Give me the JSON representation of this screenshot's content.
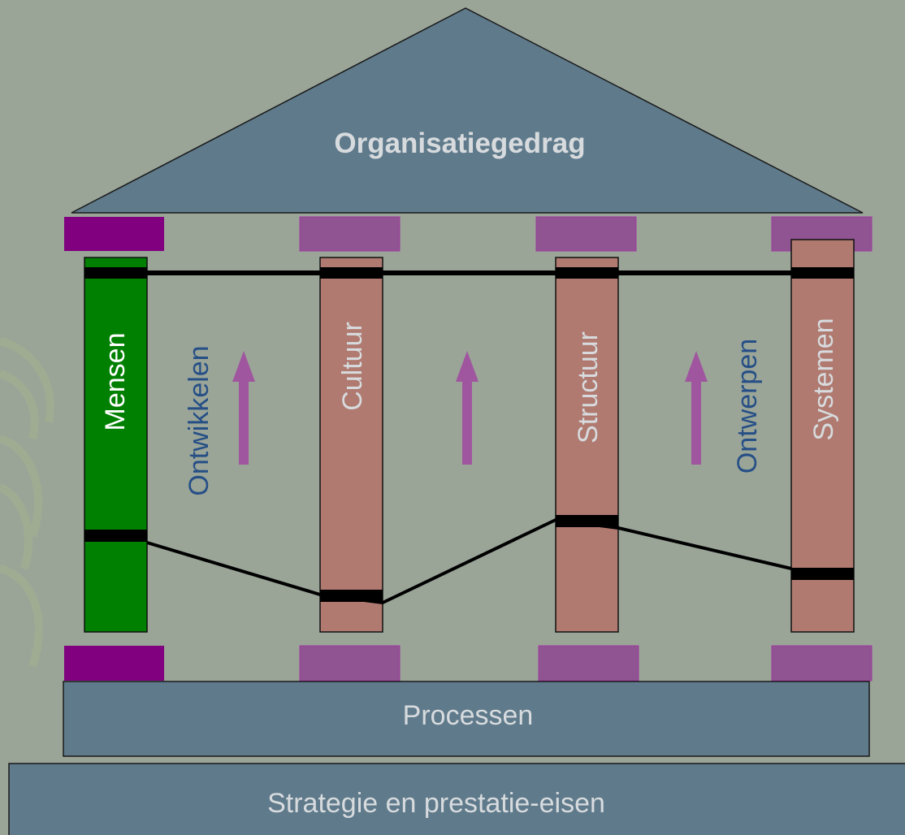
{
  "roof": {
    "title": "Organisatiegedrag"
  },
  "pillars": [
    {
      "label": "Mensen",
      "highlighted": true
    },
    {
      "label": "Cultuur",
      "highlighted": false
    },
    {
      "label": "Structuur",
      "highlighted": false
    },
    {
      "label": "Systemen",
      "highlighted": false
    }
  ],
  "between_labels": {
    "left": "Ontwikkelen",
    "right": "Ontwerpen"
  },
  "foundation": {
    "processes": "Processen",
    "strategy": "Strategie en prestatie-eisen"
  },
  "colors": {
    "background": "#9aa598",
    "roof": "#5f7a8b",
    "pillar_highlighted": "#008000",
    "pillar": "#b07a70",
    "capital_highlighted": "#800080",
    "capital": "#8f5491",
    "arrow": "#a0569f",
    "vertical_text_blue": "#264f86",
    "light_text": "#d7dbde",
    "base": "#5f7a8b"
  },
  "icons": [
    "up-arrow-icon"
  ]
}
